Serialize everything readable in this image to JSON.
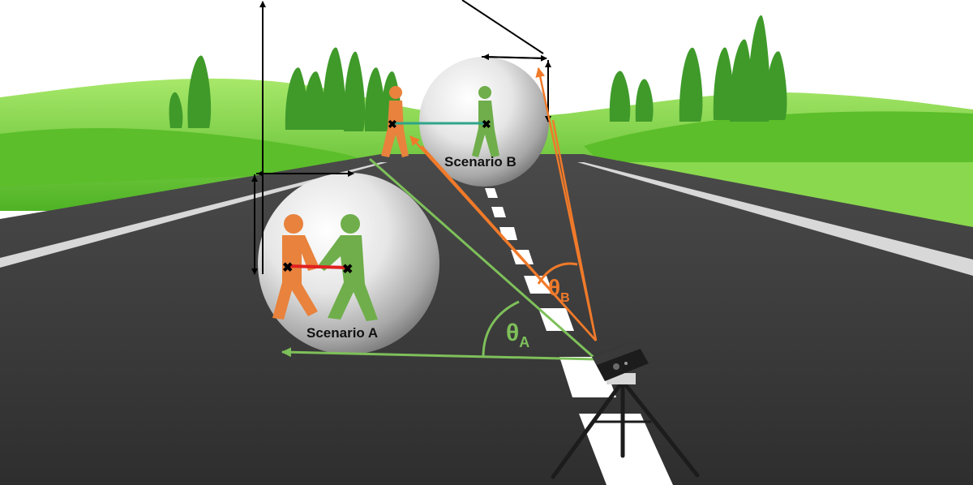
{
  "scenarios": {
    "a": {
      "label": "Scenario A"
    },
    "b": {
      "label": "Scenario B"
    }
  },
  "angles": {
    "a": {
      "symbol": "θ",
      "subscript": "A"
    },
    "b": {
      "symbol": "θ",
      "subscript": "B"
    }
  },
  "colors": {
    "sky": "#ffffff",
    "hill_light": "#9be062",
    "hill_dark": "#5cbe2a",
    "tree": "#3f9a2a",
    "road": "#3a3a3a",
    "lane_marking": "#ffffff",
    "person_orange": "#e8823c",
    "person_green": "#6fae4b",
    "distance_red": "#e02020",
    "distance_teal": "#2fa58a",
    "ray_green": "#7ec05a",
    "ray_orange": "#f07a2a",
    "dimension": "#000000",
    "sensor_body": "#1c1c1c"
  }
}
